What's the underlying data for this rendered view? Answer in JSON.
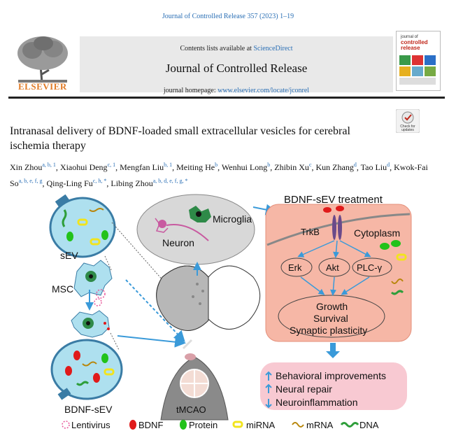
{
  "journal_citation": "Journal of Controlled Release 357 (2023) 1–19",
  "header": {
    "contents_prefix": "Contents lists available at ",
    "contents_link": "ScienceDirect",
    "journal_name": "Journal of Controlled Release",
    "homepage_prefix": "journal homepage: ",
    "homepage_link": "www.elsevier.com/locate/jconrel",
    "publisher": "ELSEVIER",
    "cover_title_1": "journal of",
    "cover_title_2": "controlled",
    "cover_title_3": "release",
    "check_updates_1": "Check for",
    "check_updates_2": "updates"
  },
  "article": {
    "title": "Intranasal delivery of BDNF-loaded small extracellular vesicles for cerebral ischemia therapy",
    "authors": [
      {
        "name": "Xin Zhou",
        "sup": "a, b, 1"
      },
      {
        "name": "Xiaohui Deng",
        "sup": "c, 1"
      },
      {
        "name": "Mengfan Liu",
        "sup": "b, 1"
      },
      {
        "name": "Meiting He",
        "sup": "b"
      },
      {
        "name": "Wenhui Long",
        "sup": "b"
      },
      {
        "name": "Zhibin Xu",
        "sup": "c"
      },
      {
        "name": "Kun Zhang",
        "sup": "d"
      },
      {
        "name": "Tao Liu",
        "sup": "d"
      },
      {
        "name": "Kwok-Fai So",
        "sup": "a, b, e, f, g"
      },
      {
        "name": "Qing-Ling Fu",
        "sup": "c, h, *"
      },
      {
        "name": "Libing Zhou",
        "sup": "a, b, d, e, f, g, *"
      }
    ]
  },
  "figure": {
    "labels": {
      "sev": "sEV",
      "msc": "MSC",
      "bdnf_sev": "BDNF-sEV",
      "tmcao": "tMCAO",
      "microglia": "Microglia",
      "neuron": "Neuron",
      "treatment": "BDNF-sEV treatment",
      "trkb": "TrkB",
      "cytoplasm": "Cytoplasm",
      "erk": "Erk",
      "akt": "Akt",
      "plc": "PLC-γ",
      "growth": "Growth",
      "survival": "Survival",
      "synaptic": "Synaptic plasticity"
    },
    "outcomes": [
      "Behavioral improvements",
      "Neural repair",
      "Neuroinflammation"
    ],
    "legend": [
      {
        "label": "Lentivirus",
        "color": "#e8569a"
      },
      {
        "label": "BDNF",
        "color": "#e01a1a"
      },
      {
        "label": "Protein",
        "color": "#22c21a"
      },
      {
        "label": "miRNA",
        "color": "#f2e41c"
      },
      {
        "label": "mRNA",
        "color": "#b8860b"
      },
      {
        "label": "DNA",
        "color": "#2e9e3a"
      }
    ],
    "colors": {
      "vesicle_fill": "#aee0ef",
      "vesicle_stroke": "#3a7ca5",
      "panel_fill": "#f6b7a6",
      "outcome_fill": "#f8c9d2",
      "arrow": "#3a9ad9"
    }
  }
}
